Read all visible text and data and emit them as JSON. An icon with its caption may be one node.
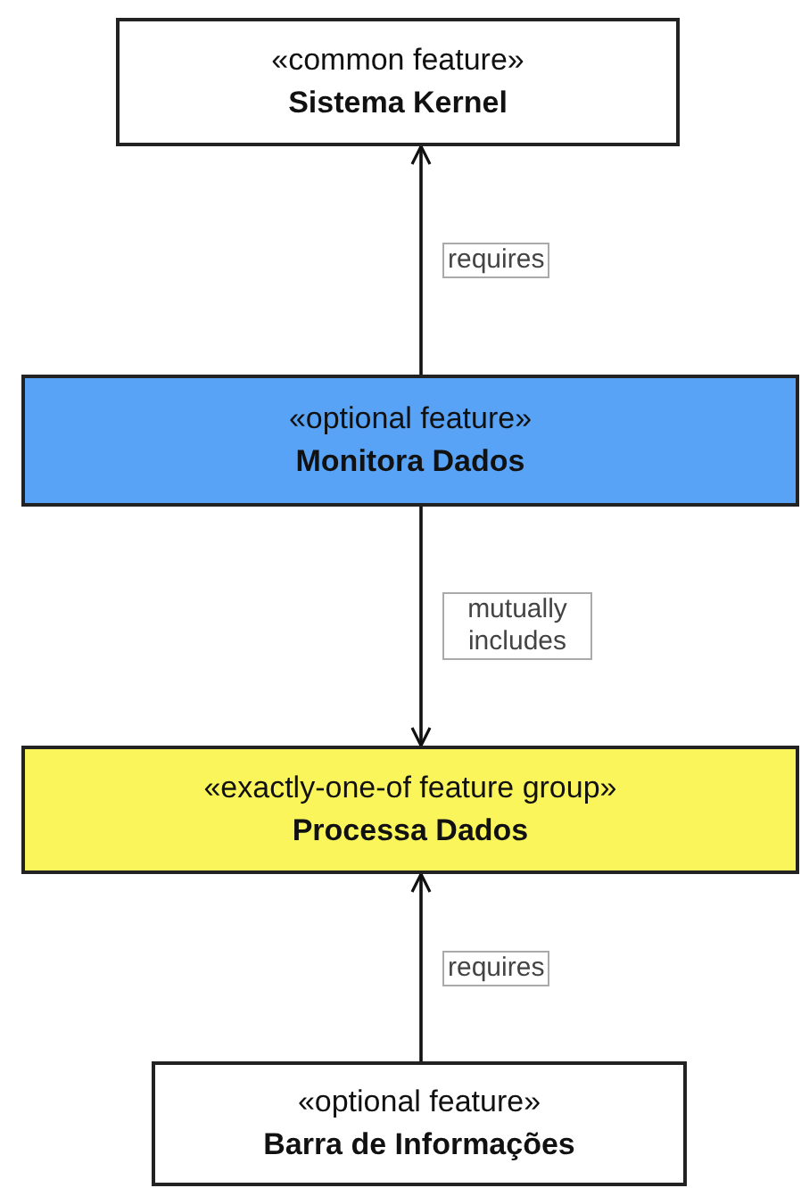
{
  "diagram": {
    "nodes": [
      {
        "text": [
          "«common feature»",
          "Sistema Kernel"
        ]
      },
      {
        "text": [
          "«optional feature»",
          "Monitora Dados"
        ]
      },
      {
        "text": [
          "«exactly-one-of feature group»",
          "Processa Dados"
        ]
      },
      {
        "text": [
          "«optional feature»",
          "Barra de Informações"
        ]
      }
    ],
    "edges": [
      {
        "from": 1,
        "to": 0,
        "arrow": "to",
        "label": "requires"
      },
      {
        "from": 1,
        "to": 2,
        "arrow": "to",
        "label": "mutually includes"
      },
      {
        "from": 3,
        "to": 2,
        "arrow": "to",
        "label": "requires"
      }
    ]
  }
}
